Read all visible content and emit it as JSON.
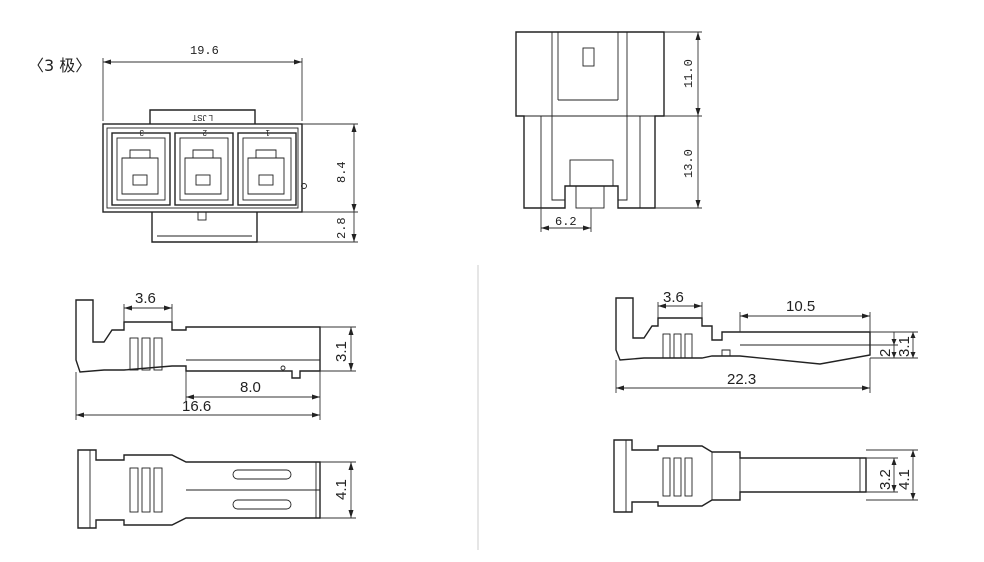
{
  "pole_label": "〈3 极〉",
  "housing_front": {
    "width_dim": "19.6",
    "height_dim": "8.4",
    "latch_dim": "2.8",
    "marking": "L JST",
    "pin_numbers": [
      "3",
      "2",
      "1"
    ]
  },
  "housing_side": {
    "upper_dim": "11.0",
    "lower_dim": "13.0",
    "bottom_dim": "6.2"
  },
  "terminal_left": {
    "crimp_dim": "3.6",
    "height_dim": "3.1",
    "contact_dim": "8.0",
    "length_dim": "16.6",
    "width_dim": "4.1"
  },
  "terminal_right": {
    "crimp_dim": "3.6",
    "contact_dim": "10.5",
    "inner_height_dim": "2",
    "height_dim": "3.1",
    "length_dim": "22.3",
    "inner_width_dim": "3.2",
    "width_dim": "4.1"
  }
}
